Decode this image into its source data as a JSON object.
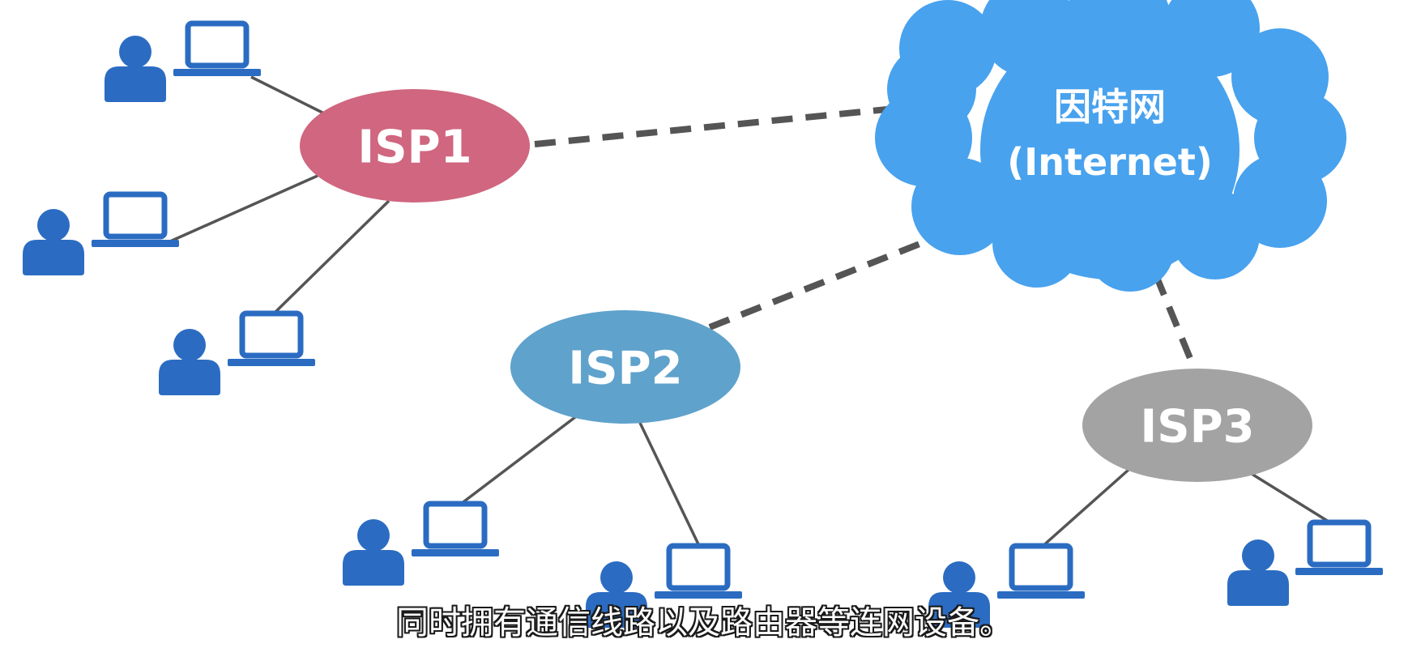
{
  "colors": {
    "isp1": "#d0667f",
    "isp2": "#5fa2cc",
    "isp3": "#a3a3a3",
    "internet": "#48a2ee",
    "device_blue": "#2b6cc2",
    "solid_link": "#555555",
    "dashed_link": "#555555"
  },
  "internet": {
    "title": "因特网",
    "subtitle": "(Internet)",
    "icon": "cloud-icon"
  },
  "isps": [
    {
      "id": "isp1",
      "label": "ISP1"
    },
    {
      "id": "isp2",
      "label": "ISP2"
    },
    {
      "id": "isp3",
      "label": "ISP3"
    }
  ],
  "user_groups": [
    {
      "isp": "isp1",
      "icons": [
        "user-icon",
        "laptop-icon"
      ]
    },
    {
      "isp": "isp1",
      "icons": [
        "user-icon",
        "laptop-icon"
      ]
    },
    {
      "isp": "isp1",
      "icons": [
        "user-icon",
        "laptop-icon"
      ]
    },
    {
      "isp": "isp2",
      "icons": [
        "user-icon",
        "laptop-icon"
      ]
    },
    {
      "isp": "isp2",
      "icons": [
        "user-icon",
        "laptop-icon"
      ]
    },
    {
      "isp": "isp3",
      "icons": [
        "user-icon",
        "laptop-icon"
      ]
    },
    {
      "isp": "isp3",
      "icons": [
        "user-icon",
        "laptop-icon"
      ]
    }
  ],
  "caption": "同时拥有通信线路以及路由器等连网设备。"
}
